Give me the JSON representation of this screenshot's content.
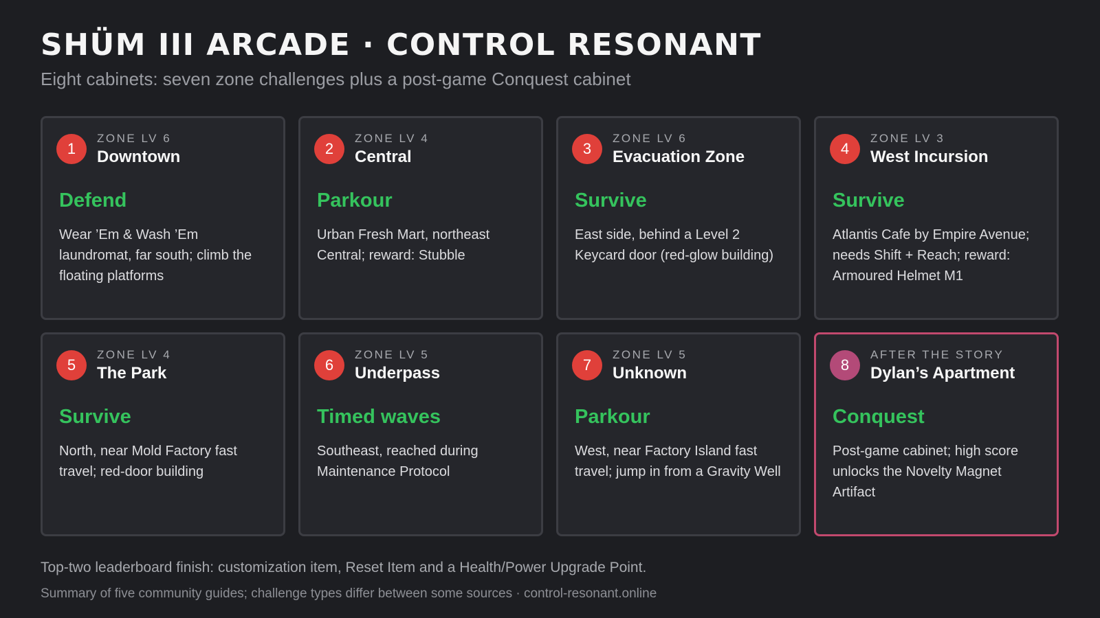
{
  "header": {
    "title": "SHÜM III ARCADE · CONTROL RESONANT",
    "subtitle": "Eight cabinets: seven zone challenges plus a post-game Conquest cabinet"
  },
  "cards": [
    {
      "number": "1",
      "zone_level": "ZONE LV 6",
      "location": "Downtown",
      "challenge": "Defend",
      "description": "Wear ’Em & Wash ’Em laundromat, far south; climb the floating platforms"
    },
    {
      "number": "2",
      "zone_level": "ZONE LV 4",
      "location": "Central",
      "challenge": "Parkour",
      "description": "Urban Fresh Mart, northeast Central; reward: Stubble"
    },
    {
      "number": "3",
      "zone_level": "ZONE LV 6",
      "location": "Evacuation Zone",
      "challenge": "Survive",
      "description": "East side, behind a Level 2 Keycard door (red-glow building)"
    },
    {
      "number": "4",
      "zone_level": "ZONE LV 3",
      "location": "West Incursion",
      "challenge": "Survive",
      "description": "Atlantis Cafe by Empire Avenue; needs Shift + Reach; reward: Armoured Helmet M1"
    },
    {
      "number": "5",
      "zone_level": "ZONE LV 4",
      "location": "The Park",
      "challenge": "Survive",
      "description": "North, near Mold Factory fast travel; red-door building"
    },
    {
      "number": "6",
      "zone_level": "ZONE LV 5",
      "location": "Underpass",
      "challenge": "Timed waves",
      "description": "Southeast, reached during Maintenance Protocol"
    },
    {
      "number": "7",
      "zone_level": "ZONE LV 5",
      "location": "Unknown",
      "challenge": "Parkour",
      "description": "West, near Factory Island fast travel; jump in from a Gravity Well"
    },
    {
      "number": "8",
      "zone_level": "AFTER THE STORY",
      "location": "Dylan’s Apartment",
      "challenge": "Conquest",
      "description": "Post-game cabinet; high score unlocks the Novelty Magnet Artifact"
    }
  ],
  "note": "Top-two leaderboard finish: customization item, Reset Item and a Health/Power Upgrade Point.",
  "footer": "Summary of five community guides; challenge types differ between some sources · control-resonant.online",
  "colors": {
    "background": "#1d1e22",
    "card": "#25262b",
    "card_border": "#3c3d43",
    "special_border": "#c2496e",
    "badge": "#e0403a",
    "special_badge": "#b34a78",
    "challenge": "#35c35d"
  }
}
